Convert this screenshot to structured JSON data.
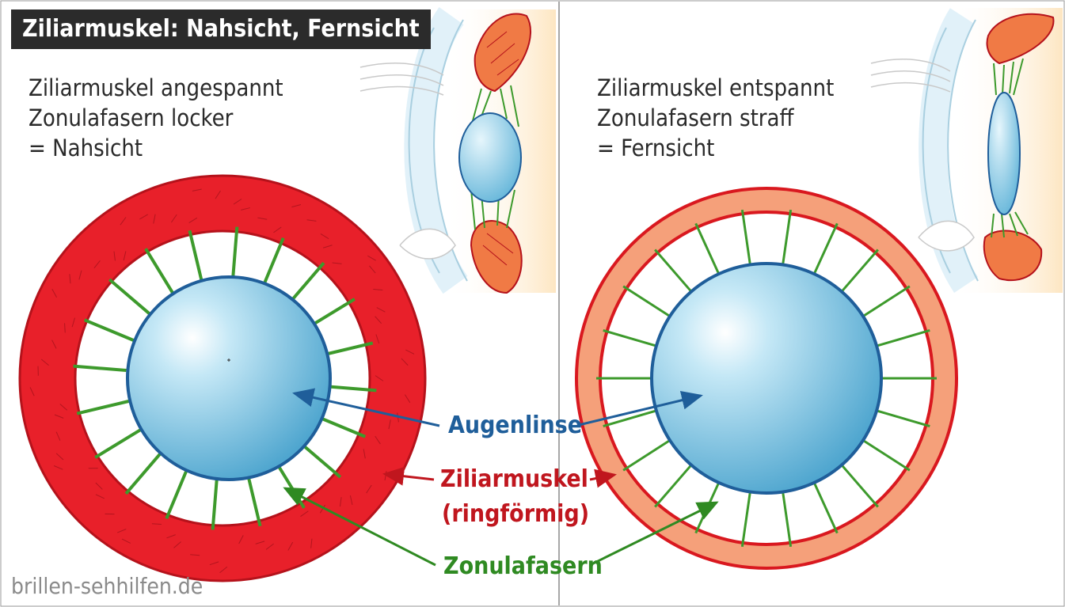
{
  "title": "Ziliarmuskel: Nahsicht, Fernsicht",
  "left_panel": {
    "line1": "Ziliarmuskel angespannt",
    "line2": "Zonulafasern locker",
    "line3": "= Nahsicht"
  },
  "right_panel": {
    "line1": "Ziliarmuskel entspannt",
    "line2": "Zonulafasern straff",
    "line3": "= Fernsicht"
  },
  "labels": {
    "lens": "Augenlinse",
    "muscle_line1": "Ziliarmuskel",
    "muscle_line2": "(ringförmig)",
    "fibers": "Zonulafasern"
  },
  "watermark": "brillen-sehhilfen.de",
  "colors": {
    "muscle_tense": "#e8202a",
    "muscle_relaxed": "#f5a07a",
    "muscle_stroke": "#b5121b",
    "lens_fill": "#8ccde8",
    "lens_stroke": "#1f5e9a",
    "fiber": "#3d9a2c",
    "lens_label": "#1f5e9a",
    "muscle_label": "#c0161e",
    "fiber_label": "#2f8a22"
  }
}
